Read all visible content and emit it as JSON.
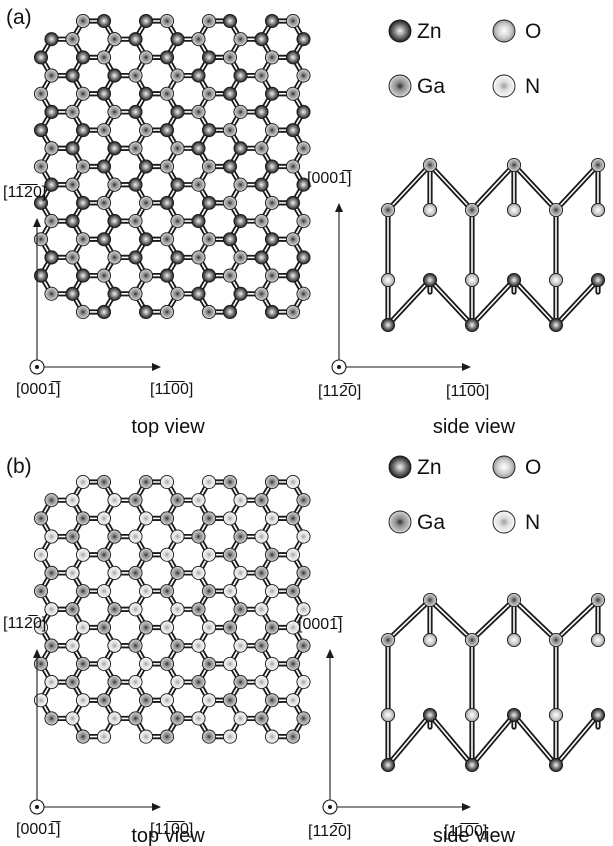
{
  "panels": [
    {
      "id": "a",
      "label": "(a)",
      "legend": [
        {
          "species": "Zn",
          "label": "Zn"
        },
        {
          "species": "O",
          "label": "O"
        },
        {
          "species": "Ga",
          "label": "Ga"
        },
        {
          "species": "N",
          "label": "N"
        }
      ],
      "top_view": {
        "vertical_axis": "[11̅2̅0]",
        "horizontal_axis": "[11̅0̅0]",
        "origin_axis": "[0001̅]",
        "caption": "top view"
      },
      "side_view": {
        "vertical_axis": "[0001̅]",
        "horizontal_axis": "[11̅0̅0]",
        "origin_axis": "[112̅0]",
        "caption": "side view"
      }
    },
    {
      "id": "b",
      "label": "(b)",
      "legend": [
        {
          "species": "Zn",
          "label": "Zn"
        },
        {
          "species": "O",
          "label": "O"
        },
        {
          "species": "Ga",
          "label": "Ga"
        },
        {
          "species": "N",
          "label": "N"
        }
      ],
      "top_view": {
        "vertical_axis": "[112̅0]",
        "horizontal_axis": "[11̅0̅0]",
        "origin_axis": "[0001̅]",
        "caption": "top view"
      },
      "side_view": {
        "vertical_axis": "[0001̅]",
        "horizontal_axis": "[11̅0̅0]",
        "origin_axis": "[112̅0]",
        "caption": "side view"
      }
    }
  ],
  "species_colors": {
    "Zn": "#262626",
    "Ga": "#8a8a8a",
    "O": "#c8c8c8",
    "N": "#e4e4e4"
  }
}
